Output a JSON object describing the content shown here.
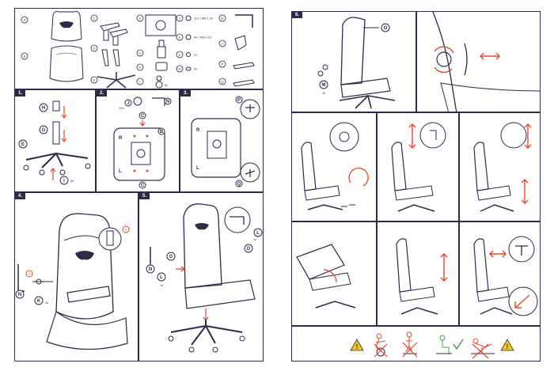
{
  "colors": {
    "ink": "#2d2a4a",
    "accent": "#e8462a",
    "warn": "#f4c31c",
    "green": "#3aa548"
  },
  "parts": [
    {
      "letter": "A"
    },
    {
      "letter": "B"
    },
    {
      "letter": "C"
    },
    {
      "letter": "D"
    },
    {
      "letter": "E"
    },
    {
      "letter": "F"
    },
    {
      "letter": "G"
    },
    {
      "letter": "H"
    },
    {
      "letter": "I"
    },
    {
      "letter": "J",
      "qty": "12x | M8 x 20"
    },
    {
      "letter": "K",
      "qty": "4x | M8 x 25"
    },
    {
      "letter": "L",
      "qty": "2x"
    },
    {
      "letter": "M",
      "qty": "4x"
    },
    {
      "letter": "N"
    },
    {
      "letter": "O"
    },
    {
      "letter": "P"
    },
    {
      "letter": "Q"
    }
  ],
  "parts_extra": {
    "h_qty": "5x"
  },
  "steps": {
    "s1": {
      "num": "1.",
      "h": "H",
      "g": "G",
      "e": "E",
      "i": "I",
      "i_qty": "5x"
    },
    "s2": {
      "num": "2.",
      "j": "J",
      "j_qty": "12x",
      "n": "N",
      "c": "C",
      "b": "B",
      "r": "R",
      "l": "L"
    },
    "s3": {
      "num": "3.",
      "p": "P",
      "q": "Q",
      "r": "R",
      "l": "L"
    },
    "s4": {
      "num": "4.",
      "n": "N",
      "k": "K",
      "k_qty": "4x",
      "one": "1",
      "two": "2"
    },
    "s5": {
      "num": "5.",
      "l": "L",
      "l_qty": "1x",
      "d": "D",
      "n": "N",
      "l2_qty": "1x"
    },
    "s6": {
      "num": "6.",
      "o": "O",
      "m": "M",
      "m_qty": "4x"
    }
  }
}
